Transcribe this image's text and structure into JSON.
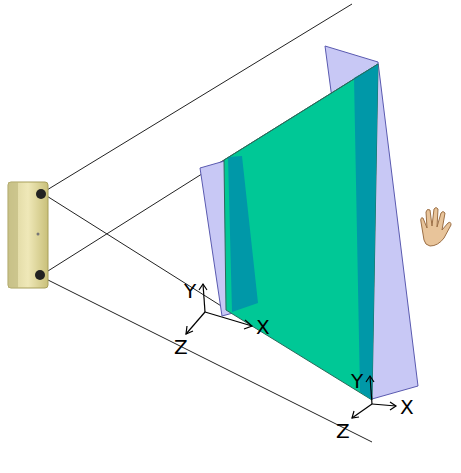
{
  "diagram": {
    "labels": [
      "Y",
      "Z",
      "X",
      "Y",
      "Z",
      "X"
    ]
  }
}
